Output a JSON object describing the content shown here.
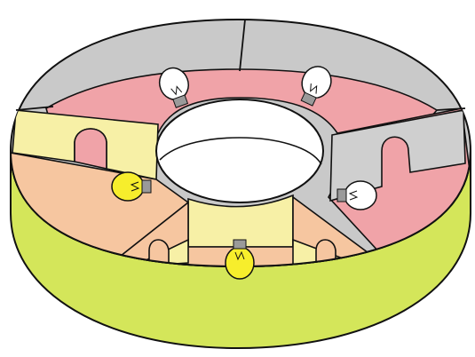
{
  "colors": {
    "outer_wall_green": "#d4e65a",
    "top_rim_gray": "#c9c9c9",
    "room_pink": "#f0a3a8",
    "room_yellow": "#f7f0a6",
    "room_peach": "#f6c6a0",
    "room_gray": "#cfcfcf",
    "inner_hole": "#ffffff",
    "outline": "#111111",
    "bulb_on": "#f7ee2c",
    "bulb_off": "#ffffff",
    "bulb_base": "#9a9a9a"
  },
  "rooms": [
    {
      "name": "back-left",
      "floor": "room_pink",
      "wall": "room_gray",
      "bulb": "off"
    },
    {
      "name": "back-right",
      "floor": "room_pink",
      "wall": "room_gray",
      "bulb": "off"
    },
    {
      "name": "right",
      "floor": "room_pink",
      "wall": "room_gray",
      "bulb": "off"
    },
    {
      "name": "front",
      "floor": "room_peach",
      "wall": "room_yellow",
      "bulb": "on"
    },
    {
      "name": "left",
      "floor": "room_peach",
      "wall": "room_yellow",
      "bulb": "on"
    }
  ],
  "bulbs": [
    {
      "name": "bulb-back-left",
      "state": "off",
      "icon": "light-bulb-icon"
    },
    {
      "name": "bulb-back-right",
      "state": "off",
      "icon": "light-bulb-icon"
    },
    {
      "name": "bulb-right",
      "state": "off",
      "icon": "light-bulb-icon"
    },
    {
      "name": "bulb-front",
      "state": "on",
      "icon": "light-bulb-icon"
    },
    {
      "name": "bulb-left",
      "state": "on",
      "icon": "light-bulb-icon"
    }
  ]
}
